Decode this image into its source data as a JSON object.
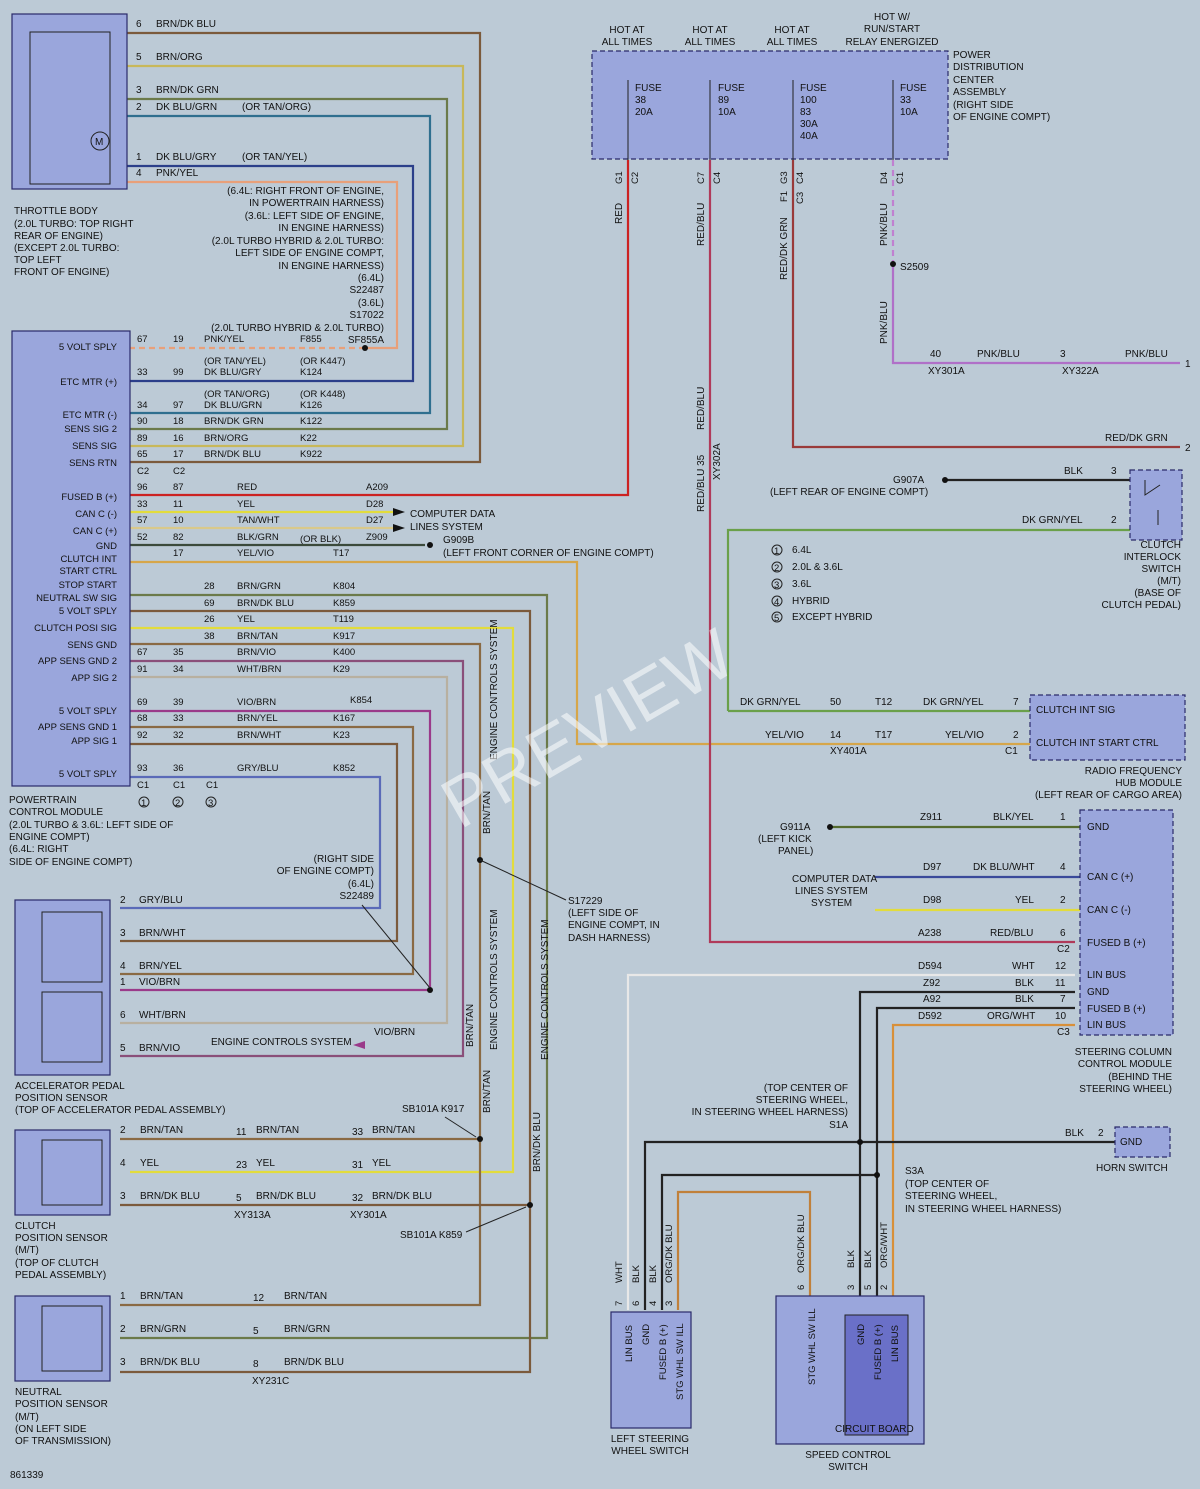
{
  "diagram_id": "861339",
  "watermark": "PREVIEW",
  "colors": {
    "BRN_BLU": "#7b5a3c",
    "BRN_ORG": "#c8b85a",
    "BRN_GRN": "#6b7a4a",
    "DK_BLU_GRN": "#2f6f8f",
    "DK_BLU_GRY": "#2b3f8a",
    "PNK_YEL": "#e8a07a",
    "RED": "#cc2222",
    "YEL": "#e2dc3c",
    "TAN_WHT": "#d9c98a",
    "BLK_GRN": "#3b4a3b",
    "YEL_VIO": "#d6a64a",
    "BRN_TAN": "#8a6a44",
    "BRN_VIO": "#8a4f7a",
    "WHT_BRN": "#b8b0a0",
    "VIO_BRN": "#9a3a8a",
    "GRY_BLU": "#5a6ab8",
    "PNK_BLU": "#b070c8",
    "RED_BLU": "#b03a5a",
    "RED_DK_GRN": "#9a3a3a",
    "DK_GRN_YEL": "#6aa04a",
    "BLK": "#222222",
    "BLK_YEL": "#556b2f",
    "DK_BLU_WHT": "#3a4a9a",
    "WHT": "#e8e8e8",
    "ORG_WHT": "#d8903a",
    "ORG_DK_BLU": "#c0803a",
    "PNK_BLU_HOT": "#c080d0"
  },
  "components": {
    "throttle_body": [
      "THROTTLE BODY",
      "(2.0L TURBO: TOP RIGHT",
      "REAR OF ENGINE)",
      "(EXCEPT 2.0L TURBO:",
      "TOP LEFT",
      "FRONT OF ENGINE)"
    ],
    "pcm": [
      "POWERTRAIN",
      "CONTROL MODULE",
      "(2.0L TURBO & 3.6L: LEFT SIDE OF",
      "ENGINE COMPT)",
      "(6.4L: RIGHT",
      "SIDE OF ENGINE COMPT)"
    ],
    "pdc": [
      "POWER",
      "DISTRIBUTION",
      "CENTER",
      "ASSEMBLY",
      "(RIGHT SIDE",
      "OF ENGINE COMPT)"
    ],
    "app_sensor": [
      "ACCELERATOR PEDAL",
      "POSITION SENSOR",
      "(TOP OF ACCELERATOR PEDAL ASSEMBLY)"
    ],
    "clutch_pos": [
      "CLUTCH",
      "POSITION SENSOR",
      "(M/T)",
      "(TOP OF CLUTCH",
      "PEDAL ASSEMBLY)"
    ],
    "neutral_pos": [
      "NEUTRAL",
      "POSITION SENSOR",
      "(M/T)",
      "(ON LEFT SIDE",
      "OF TRANSMISSION)"
    ],
    "clutch_interlock": [
      "CLUTCH",
      "INTERLOCK",
      "SWITCH",
      "(M/T)",
      "(BASE OF",
      "CLUTCH PEDAL)"
    ],
    "rfh": [
      "RADIO FREQUENCY",
      "HUB MODULE",
      "(LEFT REAR OF CARGO AREA)"
    ],
    "sccm": [
      "STEERING COLUMN",
      "CONTROL MODULE",
      "(BEHIND THE",
      "STEERING WHEEL)"
    ],
    "horn": "HORN SWITCH",
    "left_sw": [
      "LEFT STEERING",
      "WHEEL SWITCH"
    ],
    "speed_sw": [
      "SPEED CONTROL",
      "SWITCH"
    ],
    "circuit_board": "CIRCUIT BOARD"
  },
  "pdc_headers": [
    [
      "HOT AT",
      "ALL TIMES"
    ],
    [
      "HOT AT",
      "ALL TIMES"
    ],
    [
      "HOT AT",
      "ALL TIMES"
    ],
    [
      "HOT W/",
      "RUN/START",
      "RELAY ENERGIZED"
    ]
  ],
  "fuses": [
    [
      "FUSE",
      "38",
      "20A"
    ],
    [
      "FUSE",
      "89",
      "10A"
    ],
    [
      "FUSE",
      "100",
      "83",
      "30A",
      "40A"
    ],
    [
      "FUSE",
      "33",
      "10A"
    ]
  ],
  "pcm_pins": [
    "5 VOLT SPLY",
    "ETC MTR (+)",
    "ETC MTR (-)",
    "SENS SIG 2",
    "SENS SIG",
    "SENS RTN",
    "FUSED B (+)",
    "CAN C (-)",
    "CAN C (+)",
    "GND",
    "CLUTCH INT",
    "START CTRL",
    "STOP START",
    "NEUTRAL SW SIG",
    "5 VOLT SPLY",
    "CLUTCH POSI SIG",
    "SENS GND",
    "APP SENS GND 2",
    "APP SIG 2",
    "5 VOLT SPLY",
    "APP SENS GND 1",
    "APP SIG 1",
    "5 VOLT SPLY"
  ],
  "throttle_wires": [
    [
      "6",
      "BRN/DK BLU"
    ],
    [
      "5",
      "BRN/ORG"
    ],
    [
      "3",
      "BRN/DK GRN"
    ],
    [
      "2",
      "DK BLU/GRN",
      "(OR TAN/ORG)"
    ],
    [
      "1",
      "DK BLU/GRY",
      "(OR TAN/YEL)"
    ],
    [
      "4",
      "PNK/YEL"
    ]
  ],
  "harness_notes": [
    "(6.4L: RIGHT FRONT OF ENGINE,",
    "IN POWERTRAIN HARNESS)",
    "(3.6L: LEFT SIDE OF ENGINE,",
    "IN ENGINE HARNESS)",
    "(2.0L TURBO HYBRID & 2.0L TURBO:",
    "LEFT SIDE OF ENGINE COMPT,",
    "IN ENGINE HARNESS)",
    "(6.4L)",
    "S22487",
    "(3.6L)",
    "S17022",
    "(2.0L TURBO HYBRID & 2.0L TURBO)",
    "SF855A"
  ],
  "pcm_rows": [
    [
      "67",
      "19",
      "PNK/YEL",
      "F855"
    ],
    [
      "",
      "",
      "(OR TAN/YEL)",
      "(OR K447)"
    ],
    [
      "33",
      "99",
      "DK BLU/GRY",
      "K124"
    ],
    [
      "",
      "",
      "(OR TAN/ORG)",
      "(OR K448)"
    ],
    [
      "34",
      "97",
      "DK BLU/GRN",
      "K126"
    ],
    [
      "90",
      "18",
      "BRN/DK GRN",
      "K122"
    ],
    [
      "89",
      "16",
      "BRN/ORG",
      "K22"
    ],
    [
      "65",
      "17",
      "BRN/DK BLU",
      "K922"
    ],
    [
      "C2",
      "C2",
      "",
      ""
    ],
    [
      "96",
      "87",
      "RED",
      "A209"
    ],
    [
      "33",
      "11",
      "YEL",
      "D28"
    ],
    [
      "57",
      "10",
      "TAN/WHT",
      "D27"
    ],
    [
      "52",
      "82",
      "BLK/GRN",
      "(OR BLK)",
      "Z909"
    ],
    [
      "",
      "17",
      "YEL/VIO",
      "T17"
    ],
    [
      "",
      "28",
      "BRN/GRN",
      "K804"
    ],
    [
      "",
      "69",
      "BRN/DK BLU",
      "K859"
    ],
    [
      "",
      "26",
      "YEL",
      "T119"
    ],
    [
      "",
      "38",
      "BRN/TAN",
      "K917"
    ],
    [
      "67",
      "35",
      "BRN/VIO",
      "K400"
    ],
    [
      "91",
      "34",
      "WHT/BRN",
      "K29"
    ],
    [
      "69",
      "39",
      "VIO/BRN",
      "K854"
    ],
    [
      "68",
      "33",
      "BRN/YEL",
      "K167"
    ],
    [
      "92",
      "32",
      "BRN/WHT",
      "K23"
    ],
    [
      "93",
      "36",
      "GRY/BLU",
      "K852"
    ],
    [
      "C1",
      "C1",
      "C1"
    ]
  ],
  "misc_labels": {
    "computer_data": [
      "COMPUTER DATA",
      "LINES SYSTEM"
    ],
    "g909b": [
      "G909B",
      "(LEFT FRONT CORNER OF ENGINE COMPT)"
    ],
    "g907a": [
      "G907A",
      "(LEFT REAR OF ENGINE COMPT)"
    ],
    "g911a": [
      "G911A",
      "(LEFT KICK",
      "PANEL)"
    ],
    "s2509": "S2509",
    "s22489": [
      "(RIGHT SIDE",
      "OF ENGINE COMPT)",
      "(6.4L)",
      "S22489"
    ],
    "s17229": [
      "S17229",
      "(LEFT SIDE OF",
      "ENGINE COMPT, IN",
      "DASH HARNESS)"
    ],
    "sb101a_k917": "SB101A K917",
    "sb101a_k859": "SB101A K859",
    "s1a": [
      "(TOP CENTER OF",
      "STEERING WHEEL,",
      "IN STEERING WHEEL HARNESS)",
      "S1A"
    ],
    "s3a": [
      "S3A",
      "(TOP CENTER OF",
      "STEERING WHEEL,",
      "IN STEERING WHEEL HARNESS)"
    ],
    "engine_controls": "ENGINE CONTROLS SYSTEM",
    "engine_controls_v": "ENGINE CONTROLS SYSTEM",
    "legend": [
      [
        "1",
        "6.4L"
      ],
      [
        "2",
        "2.0L & 3.6L"
      ],
      [
        "3",
        "3.6L"
      ],
      [
        "4",
        "HYBRID"
      ],
      [
        "5",
        "EXCEPT HYBRID"
      ]
    ]
  },
  "pdc_conn": [
    [
      "G1",
      "C2"
    ],
    [
      "C7",
      "C4"
    ],
    [
      "G3",
      "F1",
      "C4",
      "C3"
    ],
    [
      "D4",
      "C1"
    ]
  ],
  "wire_labels_vertical": [
    "RED",
    "RED/BLU",
    "RED/DK GRN",
    "PNK/BLU",
    "PNK/BLU",
    "RED/BLU 35",
    "XY302A"
  ],
  "connector_labels": [
    "XY301A",
    "XY322A",
    "XY401A",
    "XY313A",
    "XY301A",
    "XY231C"
  ],
  "right_wires": [
    [
      "40",
      "PNK/BLU",
      "3",
      "PNK/BLU",
      "1"
    ],
    [
      "RED/DK GRN",
      "2"
    ],
    [
      "BLK",
      "3"
    ],
    [
      "DK GRN/YEL",
      "2"
    ],
    [
      "DK GRN/YEL",
      "50",
      "T12",
      "DK GRN/YEL",
      "7"
    ],
    [
      "YEL/VIO",
      "14",
      "T17",
      "YEL/VIO",
      "2",
      "C1"
    ]
  ],
  "rfh_pins": [
    "CLUTCH INT SIG",
    "CLUTCH INT START CTRL"
  ],
  "sccm_rows": [
    [
      "Z911",
      "BLK/YEL",
      "1",
      "GND"
    ],
    [
      "D97",
      "DK BLU/WHT",
      "4",
      "CAN C (+)"
    ],
    [
      "D98",
      "YEL",
      "2",
      "CAN C (-)"
    ],
    [
      "A238",
      "RED/BLU",
      "6",
      "FUSED B (+)"
    ],
    [
      "D594",
      "WHT",
      "12",
      "LIN BUS"
    ],
    [
      "Z92",
      "BLK",
      "11",
      "GND"
    ],
    [
      "A92",
      "BLK",
      "7",
      "FUSED B (+)"
    ],
    [
      "D592",
      "ORG/WHT",
      "10",
      "LIN BUS"
    ]
  ],
  "sccm_conn": [
    "C2",
    "C3"
  ],
  "horn_row": [
    "BLK",
    "2",
    "GND"
  ],
  "app_rows": [
    [
      "2",
      "GRY/BLU"
    ],
    [
      "3",
      "BRN/WHT"
    ],
    [
      "4",
      "BRN/YEL"
    ],
    [
      "1",
      "VIO/BRN"
    ],
    [
      "6",
      "WHT/BRN"
    ],
    [
      "5",
      "BRN/VIO"
    ]
  ],
  "vio_brn_label": "VIO/BRN",
  "clutch_rows": [
    [
      "2",
      "BRN/TAN",
      "11",
      "BRN/TAN",
      "33",
      "BRN/TAN"
    ],
    [
      "4",
      "YEL",
      "23",
      "YEL",
      "31",
      "YEL"
    ],
    [
      "3",
      "BRN/DK BLU",
      "5",
      "BRN/DK BLU",
      "32",
      "BRN/DK BLU"
    ]
  ],
  "neutral_rows": [
    [
      "1",
      "BRN/TAN",
      "12",
      "BRN/TAN"
    ],
    [
      "2",
      "BRN/GRN",
      "5",
      "BRN/GRN"
    ],
    [
      "3",
      "BRN/DK BLU",
      "8",
      "BRN/DK BLU"
    ]
  ],
  "vertical_brn": [
    "BRN/TAN",
    "BRN/TAN",
    "BRN/DK BLU"
  ],
  "left_sw_wires": [
    [
      "7",
      "WHT"
    ],
    [
      "6",
      "BLK"
    ],
    [
      "4",
      "BLK"
    ],
    [
      "3",
      "ORG/DK BLU"
    ]
  ],
  "left_sw_pins": [
    "LIN BUS",
    "GND",
    "FUSED B (+)",
    "STG WHL SW ILL"
  ],
  "speed_wires": [
    [
      "6",
      "ORG/DK BLU"
    ],
    [
      "3",
      "BLK"
    ],
    [
      "5",
      "BLK"
    ],
    [
      "2",
      "ORG/WHT"
    ]
  ],
  "speed_pins": [
    "STG WHL SW ILL",
    "GND",
    "FUSED B (+)",
    "LIN BUS"
  ]
}
